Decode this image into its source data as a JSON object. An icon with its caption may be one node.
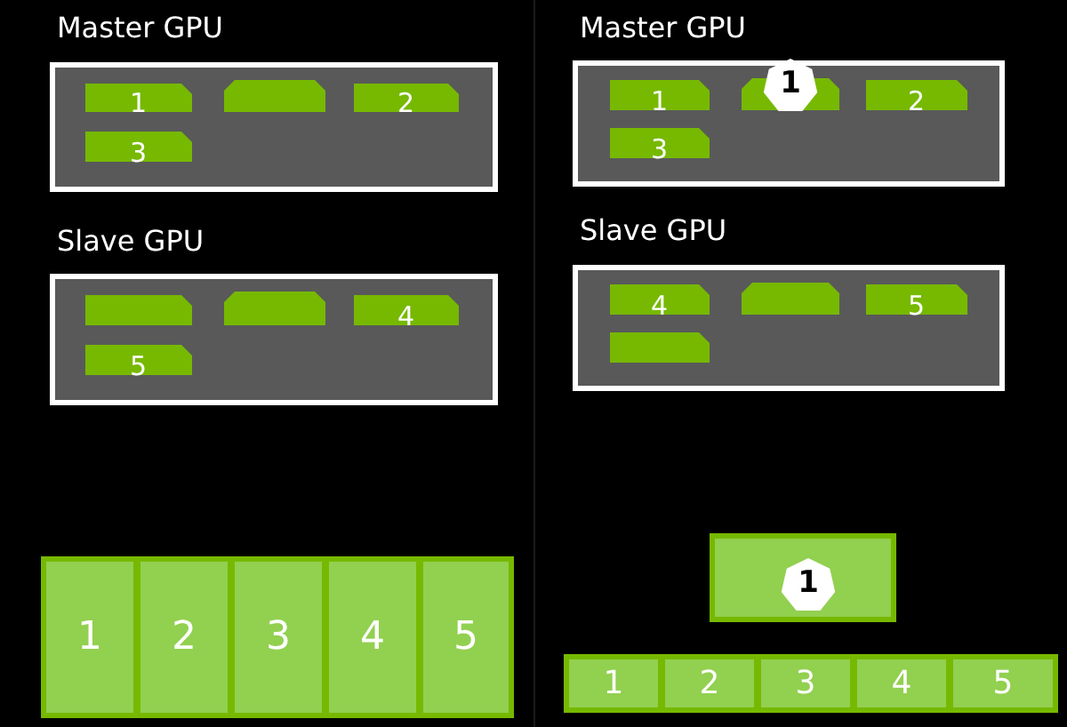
{
  "diagram": {
    "nodes": [
      {
        "text": [
          "Master GPU"
        ]
      },
      {
        "text": [
          "1"
        ],
        "in": 0
      },
      {
        "text": [],
        "shape": "box",
        "in": 0
      },
      {
        "text": [
          "2"
        ],
        "in": 0
      },
      {
        "text": [
          "3"
        ],
        "in": 0
      },
      {
        "text": [
          "Slave GPU"
        ]
      },
      {
        "text": [],
        "shape": "box",
        "in": 5
      },
      {
        "text": [],
        "shape": "box",
        "in": 5
      },
      {
        "text": [
          "4"
        ],
        "in": 5
      },
      {
        "text": [
          "5"
        ],
        "in": 5
      },
      {
        "text": [
          "1"
        ]
      },
      {
        "text": [
          "2"
        ]
      },
      {
        "text": [
          "3"
        ]
      },
      {
        "text": [
          "4"
        ]
      },
      {
        "text": [
          "5"
        ]
      },
      {
        "text": [
          "Master GPU"
        ]
      },
      {
        "text": [
          "1"
        ],
        "in": 15
      },
      {
        "text": [],
        "shape": "box",
        "in": 15
      },
      {
        "text": [
          "1"
        ],
        "in": 15
      },
      {
        "text": [
          "2"
        ],
        "in": 15
      },
      {
        "text": [
          "3"
        ],
        "in": 15
      },
      {
        "text": [
          "Slave GPU"
        ]
      },
      {
        "text": [
          "4"
        ],
        "in": 21
      },
      {
        "text": [],
        "shape": "box",
        "in": 21
      },
      {
        "text": [
          "5"
        ],
        "in": 21
      },
      {
        "text": [],
        "shape": "box",
        "in": 21
      },
      {
        "text": [],
        "shape": "box"
      },
      {
        "text": [
          "1"
        ],
        "in": 26
      },
      {
        "text": [
          "1"
        ]
      },
      {
        "text": [
          "2"
        ]
      },
      {
        "text": [
          "3"
        ]
      },
      {
        "text": [
          "4"
        ]
      },
      {
        "text": [
          "5"
        ]
      }
    ]
  }
}
